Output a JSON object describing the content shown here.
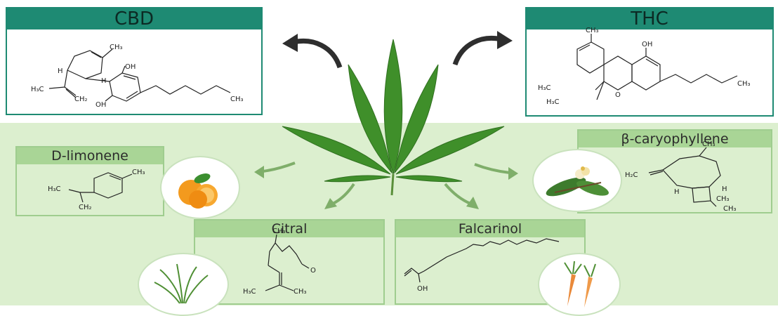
{
  "compounds": {
    "cbd": {
      "title": "CBD"
    },
    "thc": {
      "title": "THC"
    },
    "limonene": {
      "title": "D-limonene"
    },
    "caryophyllene": {
      "title": "β-caryophyllene"
    },
    "citral": {
      "title": "Citral"
    },
    "falcarinol": {
      "title": "Falcarinol"
    }
  },
  "atoms": {
    "ch3": "CH₃",
    "oh": "OH",
    "h3c": "H₃C",
    "ch2": "CH₂",
    "h2c": "H₂C",
    "h": "H",
    "o": "O"
  },
  "colors": {
    "dark_header": "#1e8a73",
    "light_header": "#a9d596",
    "band": "#dcefcf",
    "arrow_dark": "#2e2e2e",
    "arrow_light": "#7fae6a",
    "leaf": "#3f8f2a"
  },
  "icons": [
    "cannabis-leaf-icon",
    "orange-icon",
    "flower-branch-icon",
    "grass-icon",
    "carrot-icon"
  ]
}
